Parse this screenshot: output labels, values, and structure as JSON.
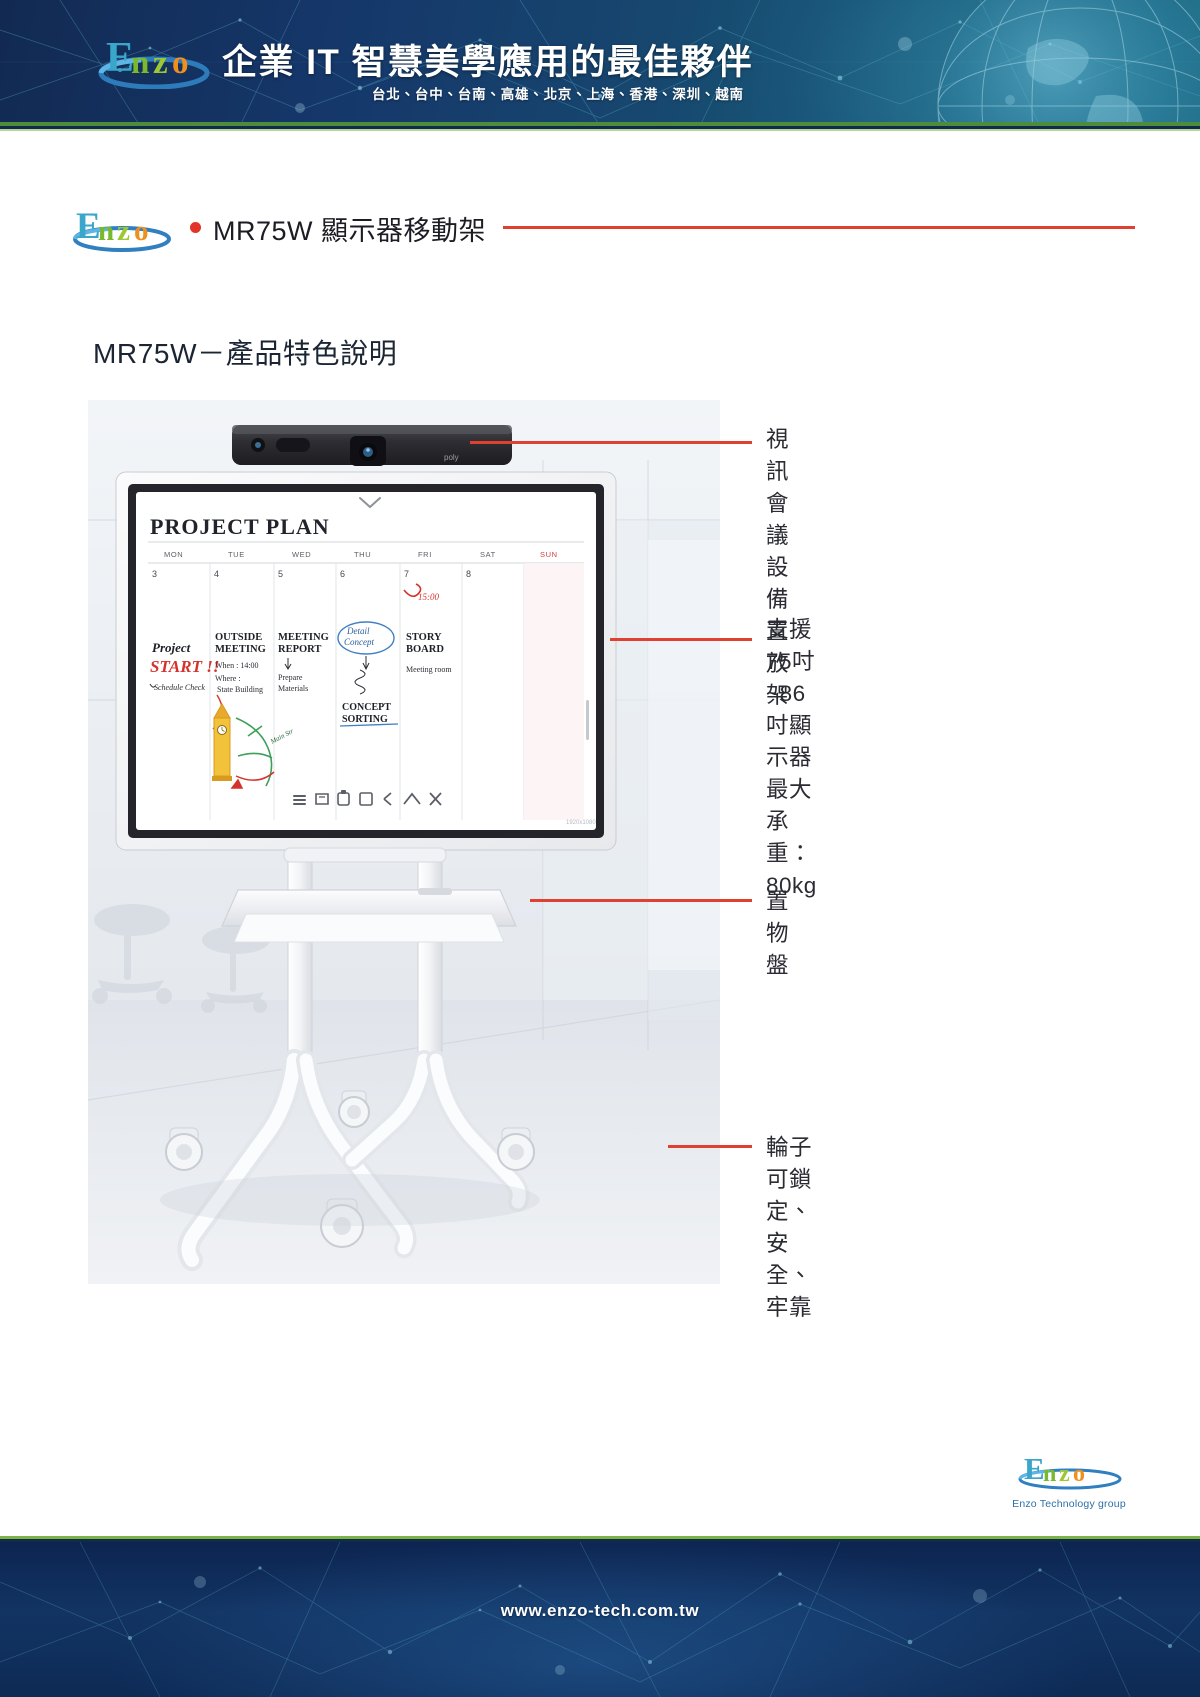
{
  "header": {
    "logo_alt": "enzo-logo",
    "title": "企業 IT 智慧美學應用的最佳夥伴",
    "cities": "台北、台中、台南、高雄、北京、上海、香港、深圳、越南",
    "accent_green": "#4e8c3c",
    "bg_dark": "#122a52"
  },
  "breadcrumb": {
    "logo_alt": "enzo-logo",
    "label": "MR75W 顯示器移動架",
    "accent_red": "#e0402f"
  },
  "section": {
    "title": "MR75W－產品特色說明"
  },
  "photo": {
    "alt": "mr75w-mobile-stand-product-photo",
    "whiteboard": {
      "title": "PROJECT PLAN",
      "days": [
        "MON",
        "TUE",
        "WED",
        "THU",
        "FRI",
        "SAT",
        "SUN"
      ],
      "dates": [
        "3",
        "4",
        "5",
        "6",
        "7",
        "8"
      ],
      "notes": [
        "Project",
        "START !!",
        "Schedule Check",
        "OUTSIDE MEETING",
        "When : 14:00",
        "Where :",
        "State Building",
        "MEETING REPORT",
        "Prepare Materials",
        "Detail Concept",
        "CONCEPT SORTING",
        "STORY BOARD",
        "Meeting room",
        "15:00"
      ]
    },
    "camera_brand": "poly"
  },
  "annotations": [
    {
      "id": "video-conference-shelf",
      "text": "視訊會議設備\n置放架"
    },
    {
      "id": "display-support",
      "text": "支援75吋~86吋顯示器\n最大承重：80kg"
    },
    {
      "id": "storage-tray",
      "text": "置物盤"
    },
    {
      "id": "lockable-casters",
      "text": "輪子可鎖定、安全、牢靠"
    }
  ],
  "footer": {
    "logo_alt": "enzo-logo",
    "logo_caption": "Enzo Technology group",
    "url": "www.enzo-tech.com.tw"
  }
}
